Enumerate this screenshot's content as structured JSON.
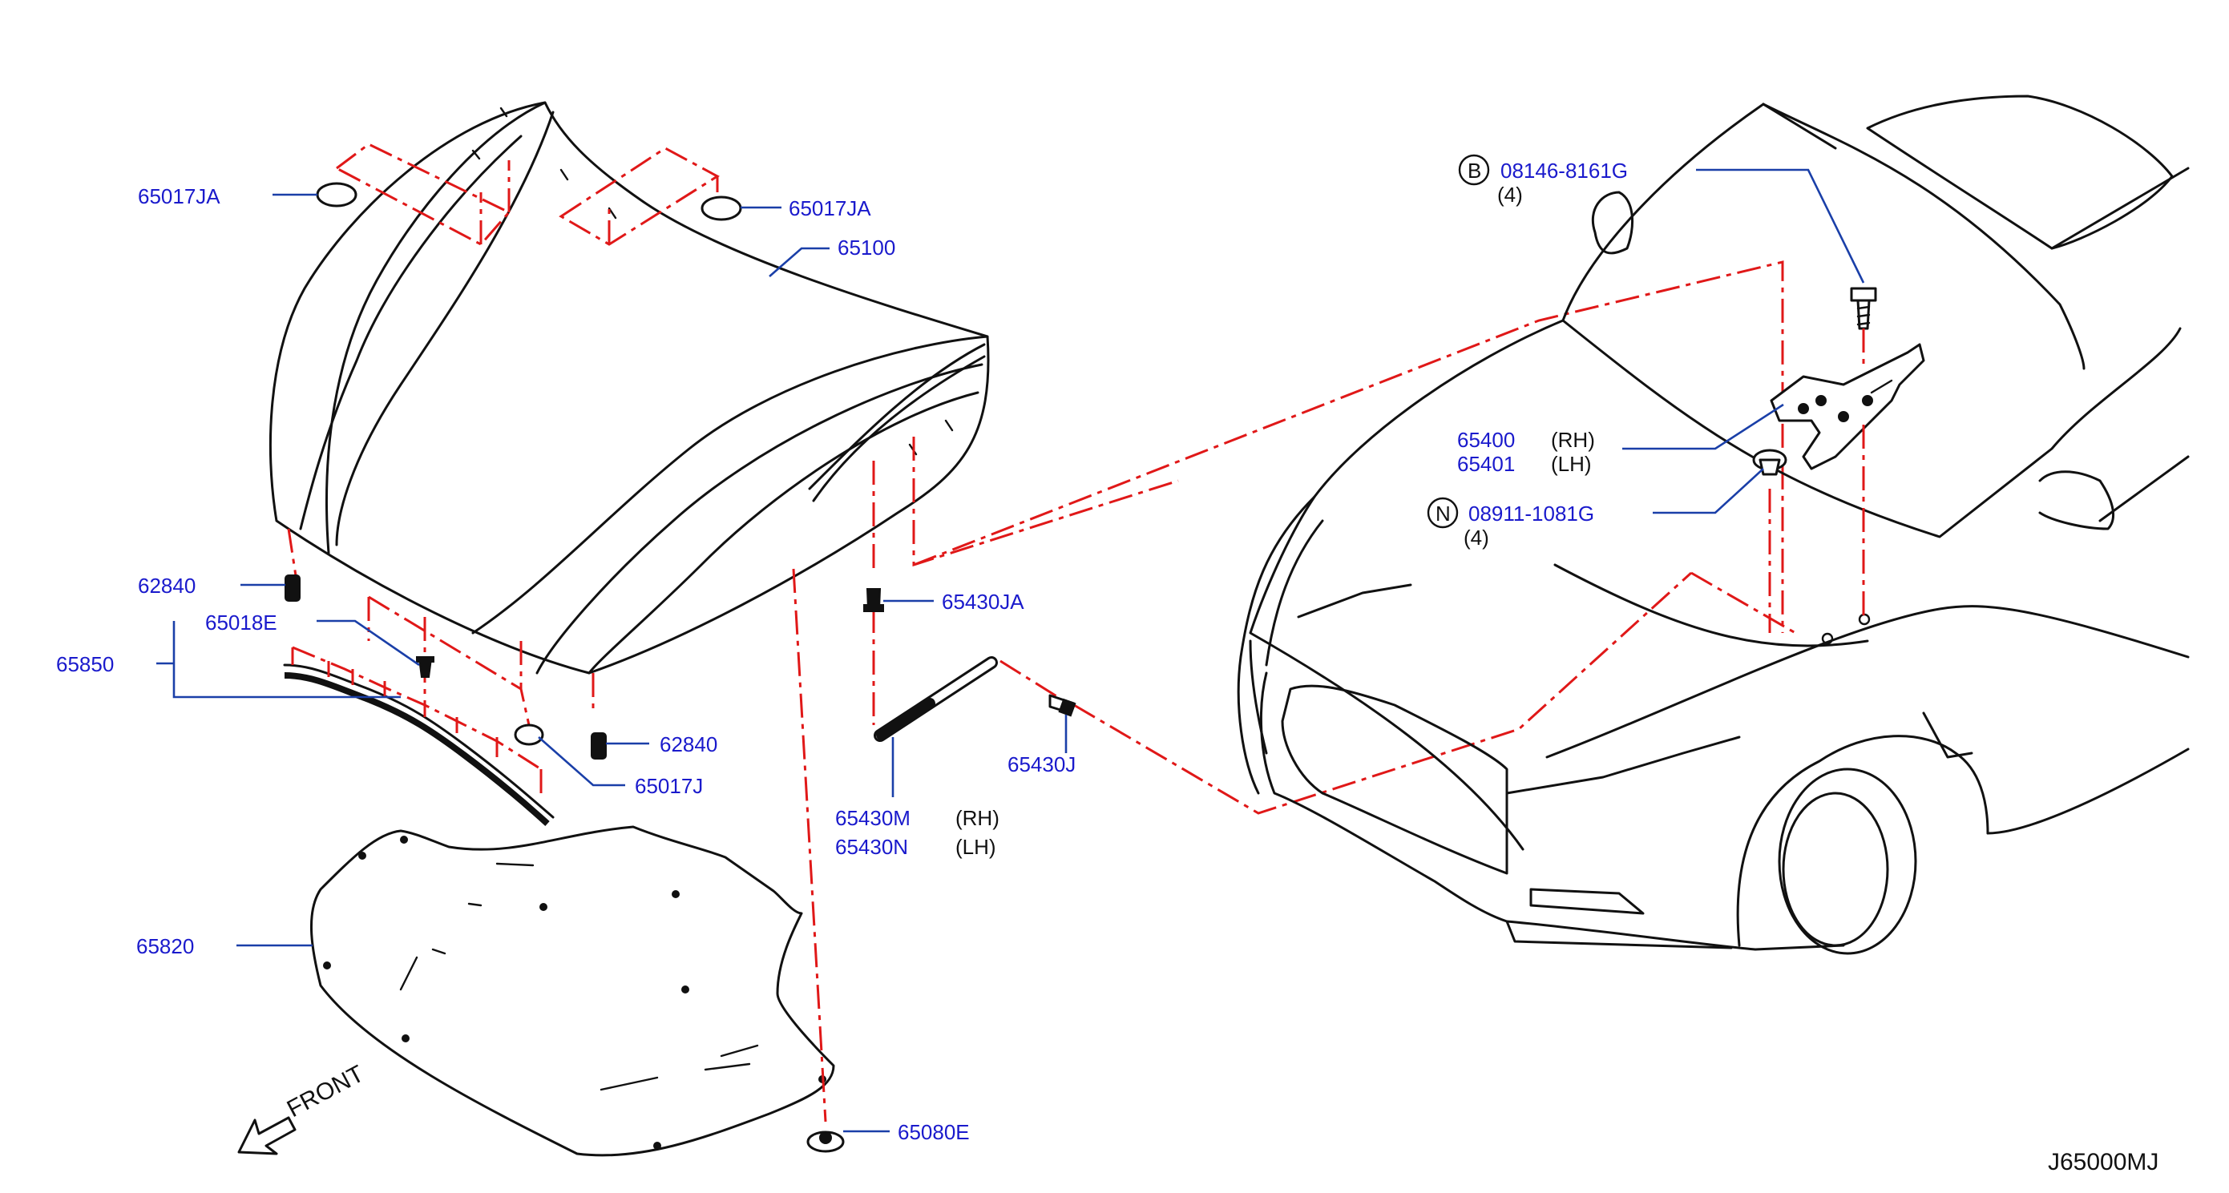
{
  "diagram_code": "J65000MJ",
  "front_label": "FRONT",
  "callouts": [
    {
      "id": "c65017ja_l",
      "part": "65017JA"
    },
    {
      "id": "c65017ja_r",
      "part": "65017JA"
    },
    {
      "id": "c65100",
      "part": "65100"
    },
    {
      "id": "c62840_t",
      "part": "62840"
    },
    {
      "id": "c65018e",
      "part": "65018E"
    },
    {
      "id": "c65850",
      "part": "65850"
    },
    {
      "id": "c62840_b",
      "part": "62840"
    },
    {
      "id": "c65017j",
      "part": "65017J"
    },
    {
      "id": "c65820",
      "part": "65820"
    },
    {
      "id": "c65080e",
      "part": "65080E"
    },
    {
      "id": "c65430ja",
      "part": "65430JA"
    },
    {
      "id": "c65430j",
      "part": "65430J"
    },
    {
      "id": "c65430m",
      "part": "65430M",
      "qualifier": "(RH)"
    },
    {
      "id": "c65430n",
      "part": "65430N",
      "qualifier": "(LH)"
    },
    {
      "id": "c08146",
      "prefix": "B",
      "part": "08146-8161G",
      "qty": "(4)"
    },
    {
      "id": "c65400",
      "part": "65400",
      "qualifier": "(RH)"
    },
    {
      "id": "c65401",
      "part": "65401",
      "qualifier": "(LH)"
    },
    {
      "id": "c08911",
      "prefix": "N",
      "part": "08911-1081G",
      "qty": "(4)"
    }
  ],
  "colors": {
    "part_number": "#1a1acc",
    "leader_line": "#1a3fa8",
    "phantom_line": "#e01818",
    "outline": "#111111"
  },
  "icons": [
    "front-arrow-icon",
    "bolt-icon",
    "nut-icon",
    "rivet-icon",
    "clip-icon"
  ]
}
